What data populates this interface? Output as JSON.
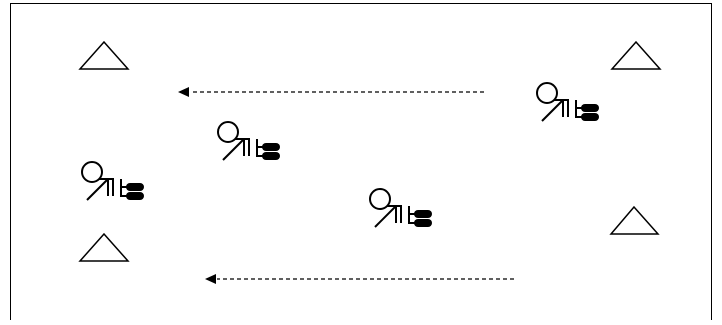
{
  "diagram": {
    "kind": "play-diagram",
    "colors": {
      "line": "#000000",
      "background": "#ffffff"
    },
    "symbols": [
      {
        "id": "cone",
        "icon": "triangle-cone-icon"
      },
      {
        "id": "player",
        "icon": "player-with-shoes-icon"
      },
      {
        "id": "movement",
        "icon": "dashed-arrow-left-icon"
      }
    ],
    "counts": {
      "cones": 4,
      "players": 4,
      "arrows": 2
    }
  }
}
